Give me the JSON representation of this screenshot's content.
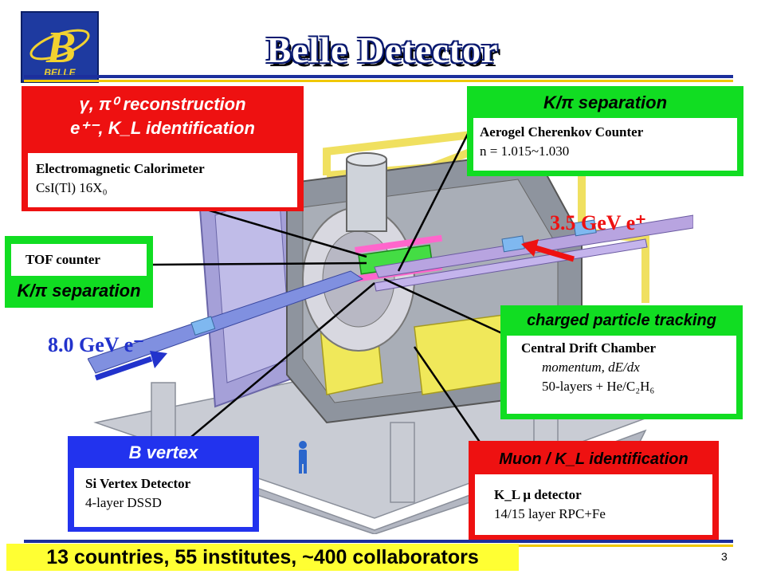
{
  "logo": {
    "letter": "B",
    "text": "BELLE"
  },
  "title": "Belle Detector",
  "boxes": {
    "ecl": {
      "title_line1": "γ, π⁰ reconstruction",
      "title_line2": "e⁺⁻, K_L identification",
      "detector_name": "Electromagnetic Calorimeter",
      "detail": "CsI(Tl) 16X₀"
    },
    "acc": {
      "title": "K/π separation",
      "detector_name": "Aerogel Cherenkov Counter",
      "detail": "n = 1.015~1.030"
    },
    "tof": {
      "detector_name": "TOF counter",
      "title": "K/π separation"
    },
    "cdc": {
      "title": "charged particle tracking",
      "detector_name": "Central Drift Chamber",
      "detail1": "momentum, dE/dx",
      "detail2": "50-layers + He/C₂H₆"
    },
    "svd": {
      "title": "B vertex",
      "detector_name": "Si Vertex Detector",
      "detail": "4-layer DSSD"
    },
    "klm": {
      "title": "Muon / K_L identification",
      "detector_name": "K_L μ detector",
      "detail": "14/15 layer RPC+Fe"
    }
  },
  "beams": {
    "positron": "3.5 GeV e⁺",
    "electron": "8.0 GeV e⁻"
  },
  "footer": "13 countries, 55 institutes, ~400 collaborators",
  "page_number": "3",
  "colors": {
    "red": "#ee1111",
    "green": "#11dd22",
    "blue": "#2233ee",
    "navy": "#1c2f9c",
    "gold": "#f0c800",
    "footer_bg": "#ffff33"
  }
}
